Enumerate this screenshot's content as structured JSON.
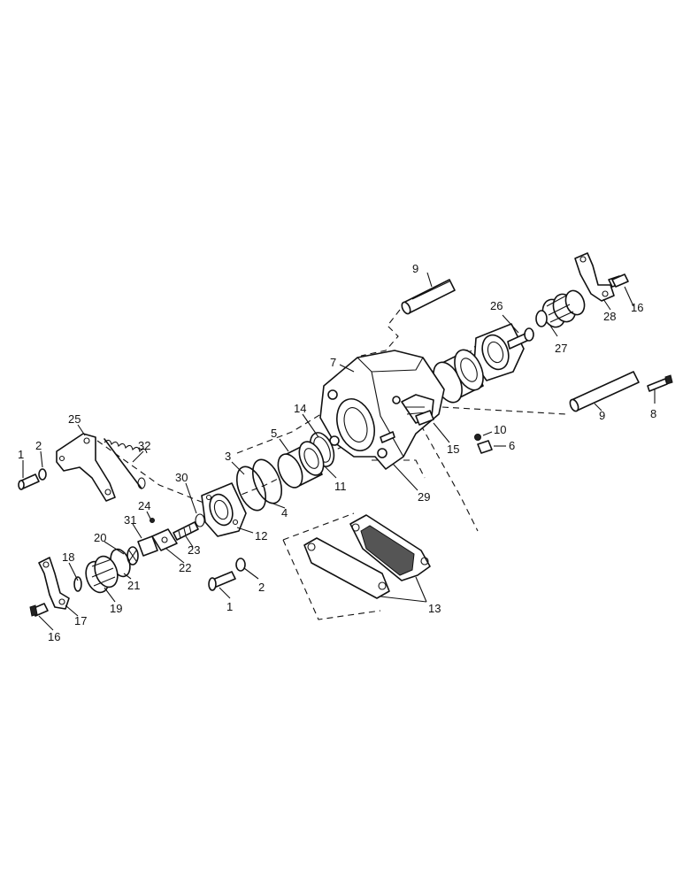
{
  "labels": [
    {
      "id": "l9a",
      "text": "9"
    },
    {
      "id": "l7",
      "text": "7"
    },
    {
      "id": "l26",
      "text": "26"
    },
    {
      "id": "l16a",
      "text": "16"
    },
    {
      "id": "l28",
      "text": "28"
    },
    {
      "id": "l27",
      "text": "27"
    },
    {
      "id": "l9b",
      "text": "9"
    },
    {
      "id": "l8",
      "text": "8"
    },
    {
      "id": "l14",
      "text": "14"
    },
    {
      "id": "l10",
      "text": "10"
    },
    {
      "id": "l6",
      "text": "6"
    },
    {
      "id": "l15",
      "text": "15"
    },
    {
      "id": "l5",
      "text": "5"
    },
    {
      "id": "l11",
      "text": "11"
    },
    {
      "id": "l29",
      "text": "29"
    },
    {
      "id": "l25",
      "text": "25"
    },
    {
      "id": "l2a",
      "text": "2"
    },
    {
      "id": "l1a",
      "text": "1"
    },
    {
      "id": "l32",
      "text": "32"
    },
    {
      "id": "l3",
      "text": "3"
    },
    {
      "id": "l30",
      "text": "30"
    },
    {
      "id": "l4",
      "text": "4"
    },
    {
      "id": "l12",
      "text": "12"
    },
    {
      "id": "l24",
      "text": "24"
    },
    {
      "id": "l31",
      "text": "31"
    },
    {
      "id": "l20",
      "text": "20"
    },
    {
      "id": "l23",
      "text": "23"
    },
    {
      "id": "l22",
      "text": "22"
    },
    {
      "id": "l18",
      "text": "18"
    },
    {
      "id": "l21",
      "text": "21"
    },
    {
      "id": "l2b",
      "text": "2"
    },
    {
      "id": "l1b",
      "text": "1"
    },
    {
      "id": "l19",
      "text": "19"
    },
    {
      "id": "l17",
      "text": "17"
    },
    {
      "id": "l16b",
      "text": "16"
    },
    {
      "id": "l13",
      "text": "13"
    }
  ]
}
